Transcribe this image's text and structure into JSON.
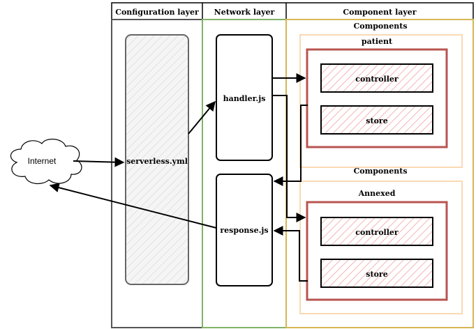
{
  "layers": {
    "config": "Configuration layer",
    "network": "Network layer",
    "component": "Component layer"
  },
  "nodes": {
    "internet": "Internet",
    "serverless": "serverless.yml",
    "handler": "handler.js",
    "response": "response.js"
  },
  "groups": [
    {
      "title": "Components",
      "module": "patient",
      "items": [
        "controller",
        "store"
      ]
    },
    {
      "title": "Components",
      "module": "Annexed",
      "items": [
        "controller",
        "store"
      ]
    }
  ],
  "colors": {
    "config_border": "#555555",
    "network_border": "#82b366",
    "component_border": "#d6b656",
    "group_border": "#fad9b3",
    "module_border": "#b85450",
    "hatch": "#f4b6b4"
  }
}
